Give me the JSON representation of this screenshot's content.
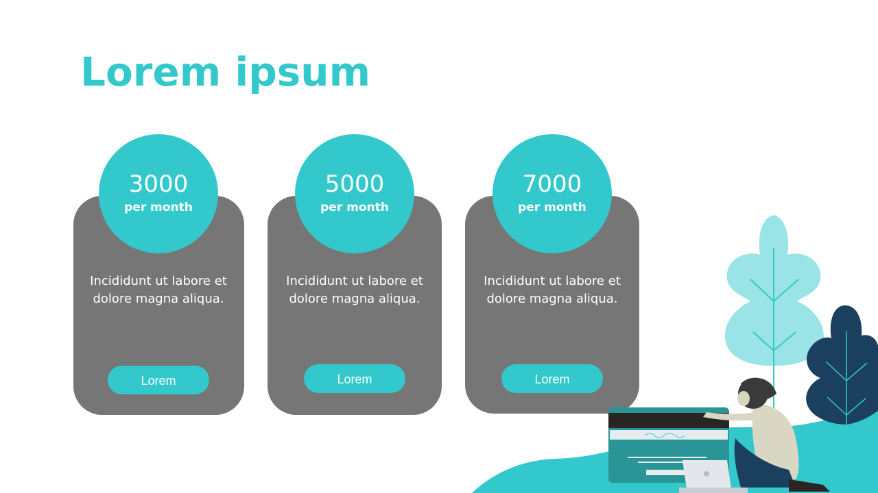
{
  "slide": {
    "title": "Lorem ipsum"
  },
  "plans": [
    {
      "amount": "3000",
      "period": "per month",
      "description": "Incididunt ut labore et dolore magna aliqua.",
      "button": "Lorem"
    },
    {
      "amount": "5000",
      "period": "per month",
      "description": "Incididunt ut labore et dolore magna aliqua.",
      "button": "Lorem"
    },
    {
      "amount": "7000",
      "period": "per month",
      "description": "Incididunt ut labore et dolore magna aliqua.",
      "button": "Lorem"
    }
  ],
  "colors": {
    "accent": "#33c9cc",
    "card": "#767676",
    "dark_leaf": "#1b3f5e",
    "light_leaf": "#9ae3e6"
  },
  "illustration": {
    "icon": "person-with-credit-card-and-laptop-illustration"
  }
}
